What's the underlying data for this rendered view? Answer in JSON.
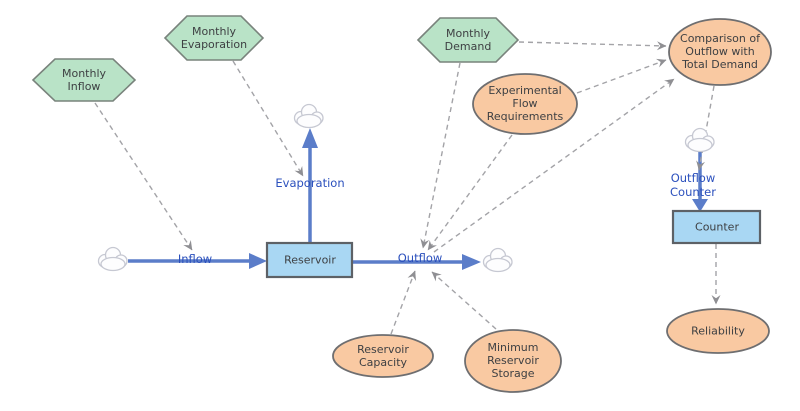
{
  "nodes": {
    "monthly_inflow": {
      "label": "Monthly\nInflow",
      "shape": "hexagon"
    },
    "monthly_evaporation": {
      "label": "Monthly\nEvaporation",
      "shape": "hexagon"
    },
    "monthly_demand": {
      "label": "Monthly\nDemand",
      "shape": "hexagon"
    },
    "experimental_flow_requirements": {
      "label": "Experimental\nFlow\nRequirements",
      "shape": "ellipse"
    },
    "comparison_of_outflow_with_total_demand": {
      "label": "Comparison of\nOutflow with\nTotal Demand",
      "shape": "ellipse"
    },
    "reservoir": {
      "label": "Reservoir",
      "shape": "rectangle"
    },
    "counter": {
      "label": "Counter",
      "shape": "rectangle"
    },
    "reservoir_capacity": {
      "label": "Reservoir\nCapacity",
      "shape": "ellipse"
    },
    "minimum_reservoir_storage": {
      "label": "Minimum\nReservoir\nStorage",
      "shape": "ellipse"
    },
    "reliability": {
      "label": "Reliability",
      "shape": "ellipse"
    }
  },
  "flows": {
    "inflow": {
      "label": "Inflow"
    },
    "outflow": {
      "label": "Outflow"
    },
    "evaporation": {
      "label": "Evaporation"
    },
    "outflow_counter": {
      "label": "Outflow\nCounter"
    }
  },
  "links": [
    {
      "from": "monthly_inflow",
      "to": "inflow"
    },
    {
      "from": "monthly_evaporation",
      "to": "evaporation"
    },
    {
      "from": "monthly_demand",
      "to": "outflow"
    },
    {
      "from": "monthly_demand",
      "to": "comparison_of_outflow_with_total_demand"
    },
    {
      "from": "experimental_flow_requirements",
      "to": "comparison_of_outflow_with_total_demand"
    },
    {
      "from": "experimental_flow_requirements",
      "to": "outflow"
    },
    {
      "from": "outflow",
      "to": "comparison_of_outflow_with_total_demand"
    },
    {
      "from": "reservoir_capacity",
      "to": "outflow"
    },
    {
      "from": "minimum_reservoir_storage",
      "to": "outflow"
    },
    {
      "from": "comparison_of_outflow_with_total_demand",
      "to": "outflow_counter"
    },
    {
      "from": "counter",
      "to": "reliability"
    }
  ],
  "icons": {
    "source_sink": "cloud-icon"
  },
  "colors": {
    "canvas_bg": "#ffffff",
    "parameter_fill": "#b9e3c7",
    "auxiliary_fill": "#f9c9a2",
    "stock_fill": "#a9d7f3",
    "shape_border": "#6e6e70",
    "flow_blue": "#5b7dc9",
    "flow_label_text": "#2b50bd",
    "node_text": "#3e4043",
    "link_gray": "#a3a3a7",
    "cloud_stroke": "#c6c8d2"
  }
}
